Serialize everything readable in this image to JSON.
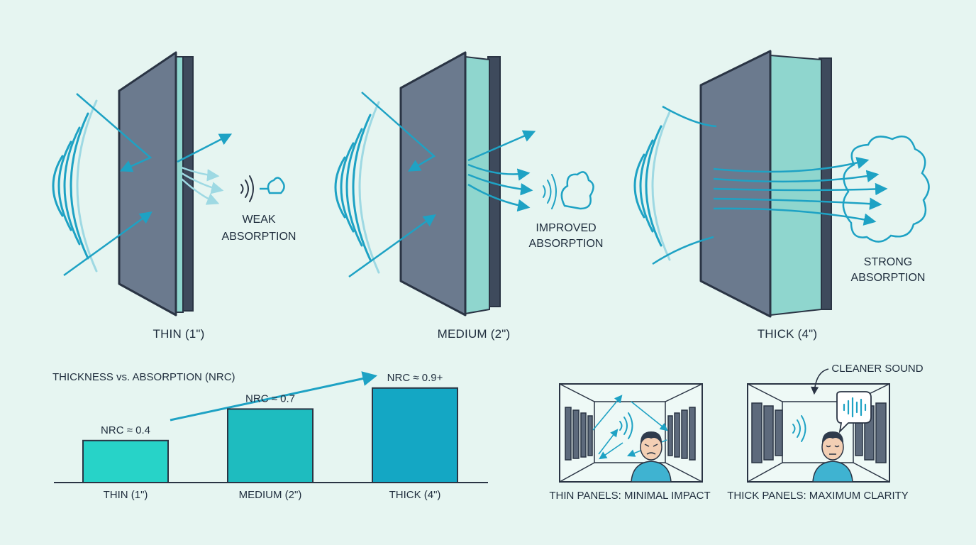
{
  "panels": [
    {
      "label": "THIN (1\")",
      "absorption": [
        "WEAK",
        "ABSORPTION"
      ]
    },
    {
      "label": "MEDIUM (2\")",
      "absorption": [
        "IMPROVED",
        "ABSORPTION"
      ]
    },
    {
      "label": "THICK (4\")",
      "absorption": [
        "STRONG",
        "ABSORPTION"
      ]
    }
  ],
  "colors": {
    "background": "#e6f5f1",
    "panel_front": "#6b7a8e",
    "panel_edge": "#3e4a5c",
    "foam": "#8fd6ce",
    "wave": "#1ea2c4",
    "wave_faded": "#9ed9e3",
    "bar_thin": "#27d3c8",
    "bar_medium": "#1ebcbf",
    "bar_thick": "#14a7c4",
    "skin": "#f3cfb4",
    "shirt": "#3fb3d1",
    "hair": "#2f3b4c"
  },
  "chart_data": {
    "type": "bar",
    "title": "THICKNESS vs. ABSORPTION (NRC)",
    "categories": [
      "THIN (1\")",
      "MEDIUM (2\")",
      "THICK (4\")"
    ],
    "values": [
      0.4,
      0.7,
      0.9
    ],
    "data_labels": [
      "NRC ≈ 0.4",
      "NRC ≈ 0.7",
      "NRC ≈ 0.9+"
    ],
    "ylim": [
      0,
      1
    ],
    "grid": false,
    "trend_arrow": "increasing"
  },
  "rooms": [
    {
      "caption": "THIN PANELS: MINIMAL IMPACT",
      "mood": "frustrated"
    },
    {
      "caption": "THICK PANELS: MAXIMUM CLARITY",
      "mood": "calm",
      "annotation": "CLEANER SOUND"
    }
  ]
}
